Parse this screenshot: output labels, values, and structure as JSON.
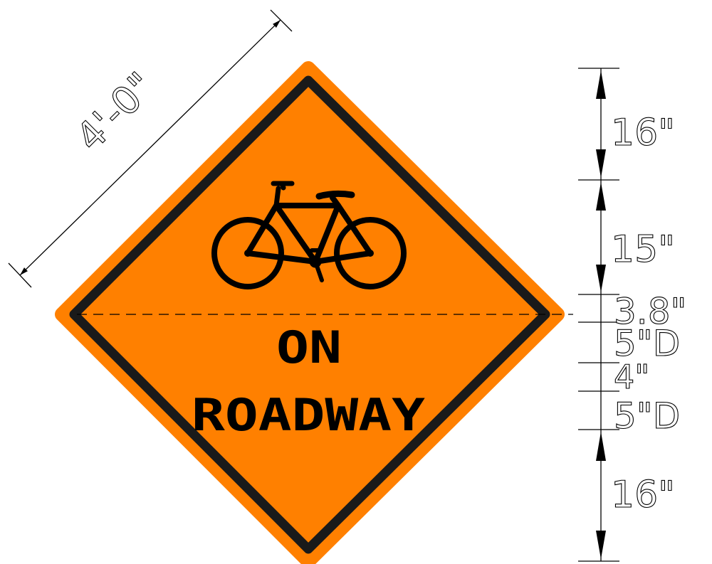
{
  "sign": {
    "line1": "ON",
    "line2": "ROADWAY",
    "symbol": "bicycle-icon",
    "colors": {
      "background": "#FF8000",
      "border": "#1A1A1A",
      "legend": "#000000"
    }
  },
  "dimensions": {
    "side_length": "4'-0\"",
    "vertical": [
      "16\"",
      "15\"",
      "3.8\"",
      "5\"D",
      "4\"",
      "5\"D",
      "16\""
    ]
  }
}
